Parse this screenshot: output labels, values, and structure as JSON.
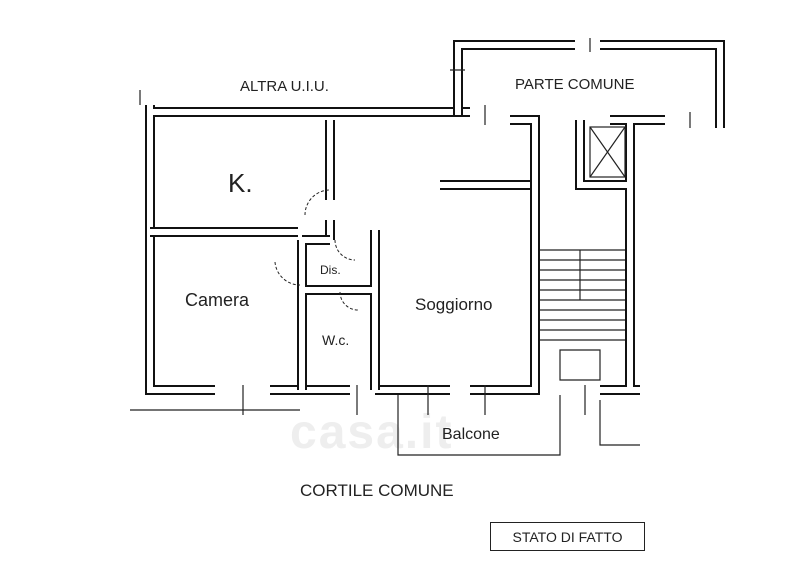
{
  "rooms": {
    "altra_uiu": "ALTRA U.I.U.",
    "parte_comune": "PARTE COMUNE",
    "kitchen": "K.",
    "dis": "Dis.",
    "camera": "Camera",
    "soggiorno": "Soggiorno",
    "wc": "W.c.",
    "balcone": "Balcone",
    "cortile": "CORTILE COMUNE"
  },
  "stamp": "STATO DI FATTO",
  "watermark": "casa.it"
}
